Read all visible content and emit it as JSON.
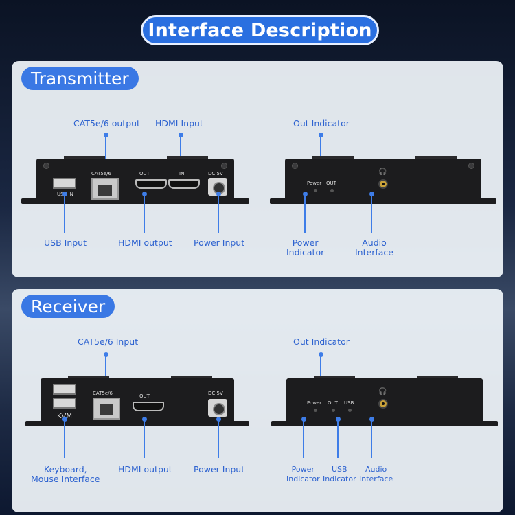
{
  "title": "Interface Description",
  "transmitter": {
    "heading": "Transmitter",
    "labels": {
      "cat_output": "CAT5e/6 output",
      "hdmi_input": "HDMI Input",
      "out_indicator": "Out Indicator",
      "usb_input": "USB Input",
      "hdmi_output": "HDMI output",
      "power_input": "Power Input",
      "power_indicator": "Power\nIndicator",
      "audio_interface": "Audio\nInterface"
    },
    "port_labels": {
      "usb": "USB IN",
      "cat": "CAT5e/6",
      "out": "OUT",
      "in": "IN",
      "dc": "DC 5V",
      "power": "Power",
      "out_led": "OUT"
    }
  },
  "receiver": {
    "heading": "Receiver",
    "labels": {
      "cat_input": "CAT5e/6 Input",
      "out_indicator": "Out Indicator",
      "kvm_interface": "Keyboard,\nMouse Interface",
      "hdmi_output": "HDMI output",
      "power_input": "Power Input",
      "power_indicator": "Power\nIndicator",
      "usb_indicator": "USB\nIndicator",
      "audio_interface": "Audio\nInterface"
    },
    "port_labels": {
      "kvm": "KVM",
      "cat": "CAT5e/6",
      "out": "OUT",
      "dc": "DC 5V",
      "power": "Power",
      "out_led": "OUT",
      "usb_led": "USB"
    }
  },
  "colors": {
    "accent": "#2a6fe0",
    "label": "#2e63d0",
    "line": "#3e7de8",
    "device": "#1c1c1e"
  }
}
